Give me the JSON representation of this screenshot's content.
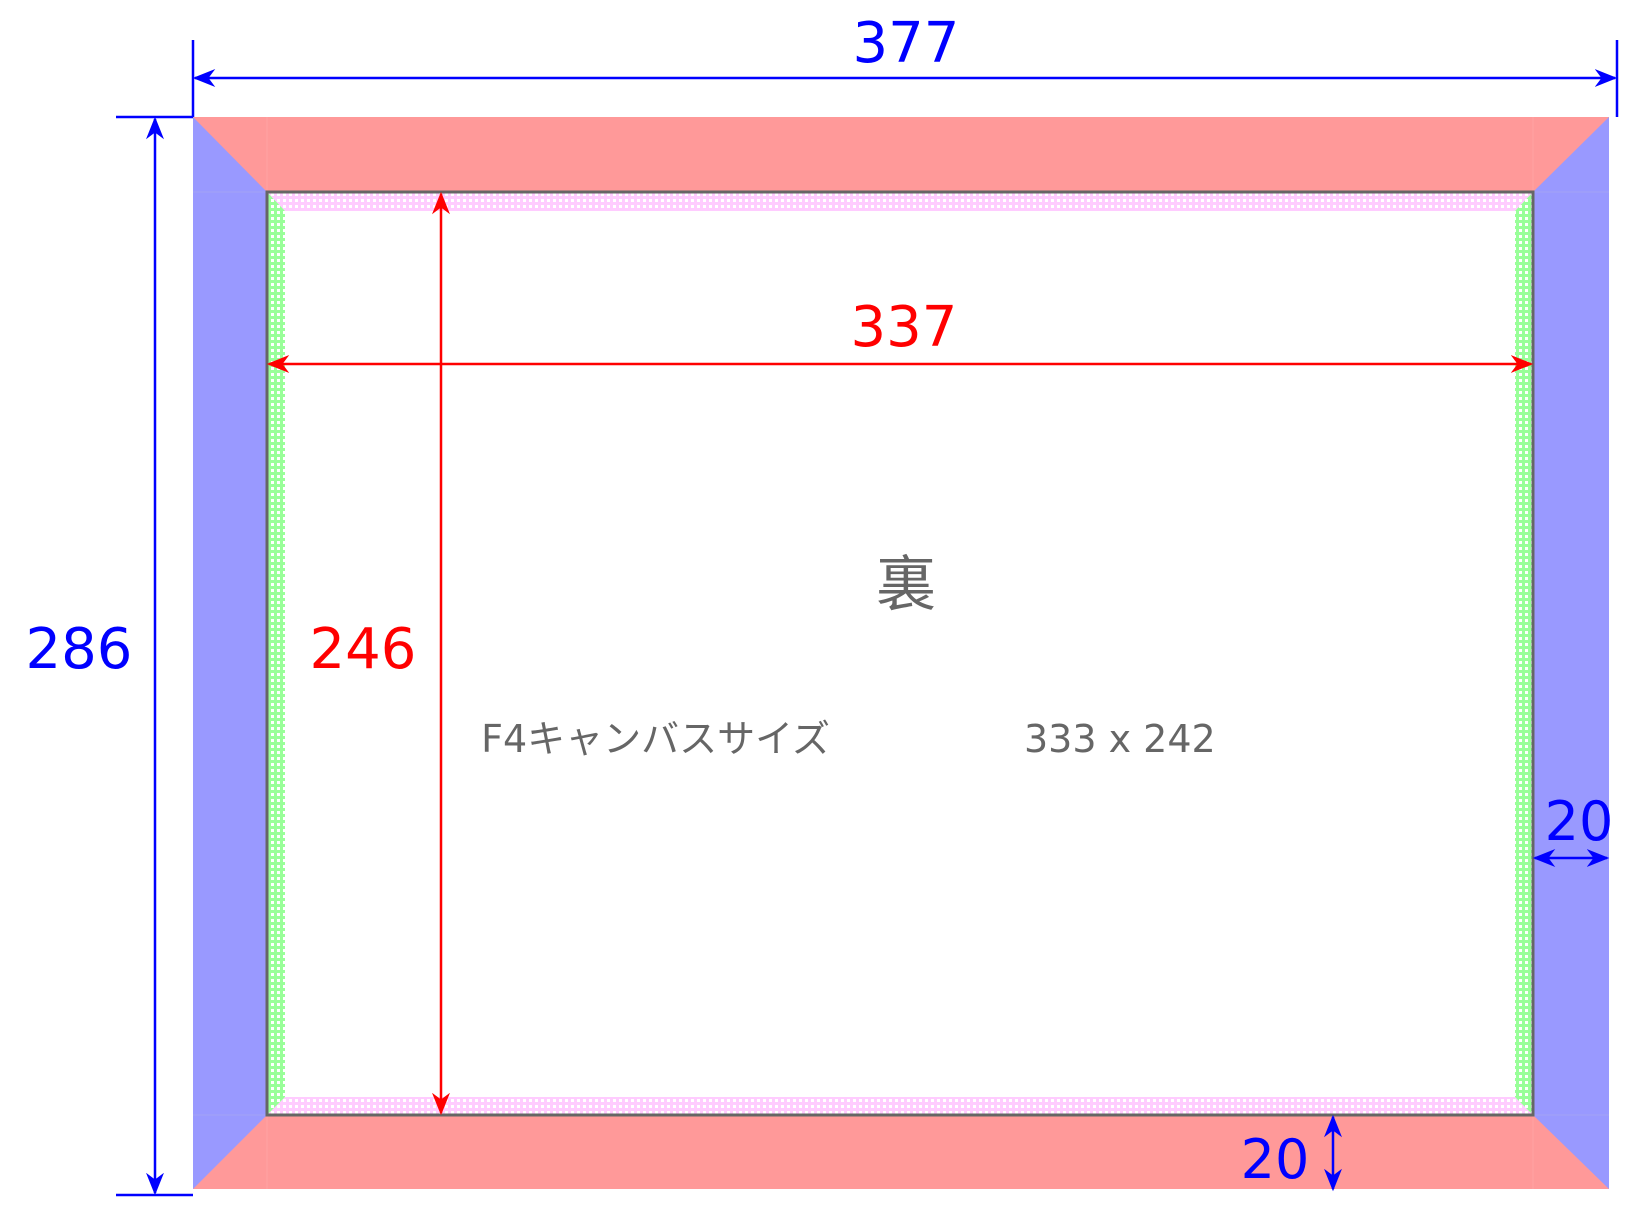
{
  "title_back": "裏",
  "canvas_label": "F4キャンバスサイズ",
  "canvas_size": "333 x 242",
  "dimensions": {
    "outer_width": "377",
    "outer_height": "286",
    "inner_width": "337",
    "inner_height": "246",
    "side_depth": "20",
    "bottom_depth": "20"
  },
  "colors": {
    "top_bottom_flap": "#ff9999",
    "side_flap": "#9999ff",
    "green_margin": "#99ff99",
    "pink_margin": "#ffccff",
    "outer_dimension": "#0000ff",
    "inner_dimension": "#ff0000",
    "frame_border": "#666666"
  }
}
